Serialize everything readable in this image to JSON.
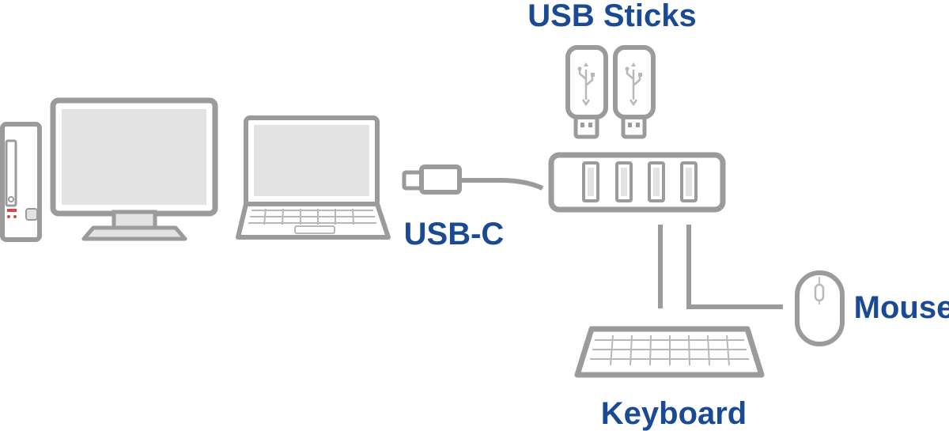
{
  "labels": {
    "usb_sticks": "USB Sticks",
    "usb_c": "USB-C",
    "mouse": "Mouse",
    "keyboard": "Keyboard"
  },
  "colors": {
    "label_blue": "#1a4a93",
    "device_outline": "#9b9b9b",
    "device_fill": "#e3e3e3",
    "background": "#ffffff"
  },
  "icons": [
    "desktop-tower-icon",
    "monitor-icon",
    "laptop-icon",
    "usb-c-plug-icon",
    "usb-stick-icon",
    "usb-hub-icon",
    "keyboard-icon",
    "mouse-icon"
  ]
}
